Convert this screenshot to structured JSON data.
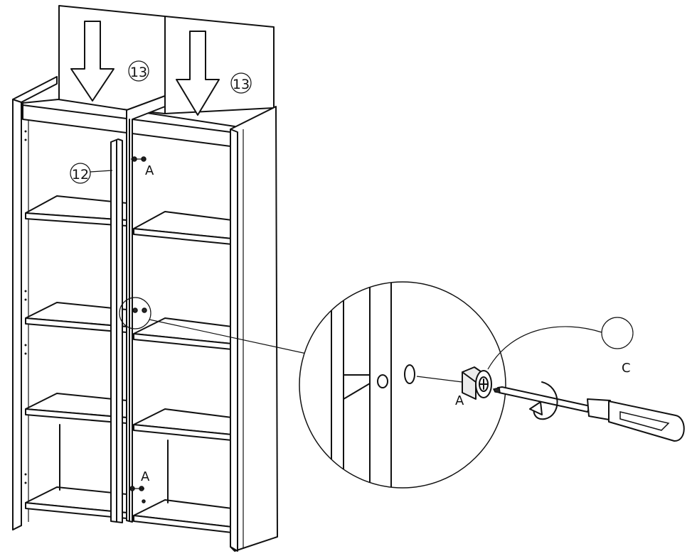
{
  "labels": {
    "part_top_left": "13",
    "part_top_right": "13",
    "part_divider": "12",
    "fitting_top": "A",
    "fitting_bottom": "A",
    "fitting_detail": "A",
    "cap_detail": "C"
  },
  "icons": {
    "arrow": "down-arrow-icon",
    "screwdriver": "screwdriver-icon",
    "rotation": "clockwise-rotation-icon",
    "magnifier": "detail-magnifier-icon"
  },
  "colors": {
    "line": "#111111",
    "background": "#ffffff"
  }
}
